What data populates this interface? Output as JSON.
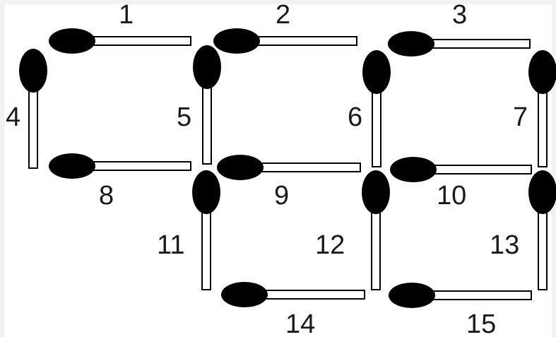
{
  "colors": {
    "background": "#ffffff",
    "match_head": "#000000",
    "match_stick_fill": "#ffffff",
    "match_stick_outline": "#000000",
    "label_text": "#1a1a1a"
  },
  "matchsticks": [
    {
      "label": "1",
      "orientation": "horizontal"
    },
    {
      "label": "2",
      "orientation": "horizontal"
    },
    {
      "label": "3",
      "orientation": "horizontal"
    },
    {
      "label": "4",
      "orientation": "vertical"
    },
    {
      "label": "5",
      "orientation": "vertical"
    },
    {
      "label": "6",
      "orientation": "vertical"
    },
    {
      "label": "7",
      "orientation": "vertical"
    },
    {
      "label": "8",
      "orientation": "horizontal"
    },
    {
      "label": "9",
      "orientation": "horizontal"
    },
    {
      "label": "10",
      "orientation": "horizontal"
    },
    {
      "label": "11",
      "orientation": "vertical"
    },
    {
      "label": "12",
      "orientation": "vertical"
    },
    {
      "label": "13",
      "orientation": "vertical"
    },
    {
      "label": "14",
      "orientation": "horizontal"
    },
    {
      "label": "15",
      "orientation": "horizontal"
    }
  ]
}
